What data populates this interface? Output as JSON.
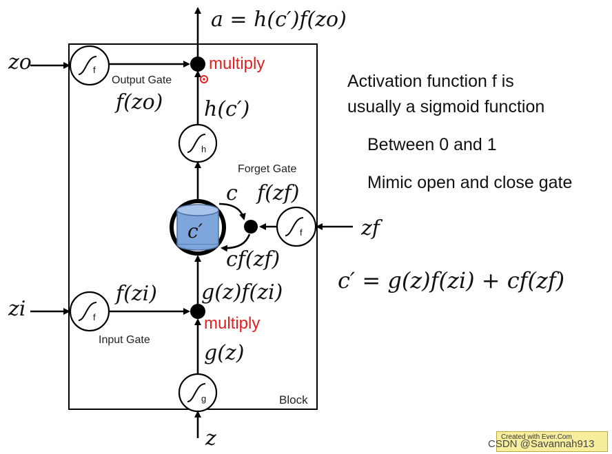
{
  "diagram": {
    "block_label": "Block",
    "output_formula": "a = h(c′)f(zo)",
    "multiply_top": "multiply",
    "multiply_bottom": "multiply",
    "output_gate_label": "Output Gate",
    "input_gate_label": "Input Gate",
    "forget_gate_label": "Forget Gate",
    "f_zo": "f(zo)",
    "h_c": "h(c′)",
    "c_var": "c",
    "f_zf": "f(zf)",
    "cf_zf": "cf(zf)",
    "c_prime": "c′",
    "f_zi": "f(zi)",
    "gz_fzi": "g(z)f(zi)",
    "g_z": "g(z)",
    "z_input": "z",
    "zo_input": "zo",
    "zi_input": "zi",
    "zf_input": "zf",
    "sigmoid_f_top": "f",
    "sigmoid_h": "h",
    "sigmoid_f_input": "f",
    "sigmoid_f_forget": "f",
    "sigmoid_g": "g"
  },
  "notes": {
    "line1": "Activation function f is",
    "line2": "usually a sigmoid function",
    "line3": "Between 0 and 1",
    "line4": "Mimic open and close gate",
    "equation": "c′ = g(z)f(zi) + cf(zf)"
  },
  "watermark": {
    "text": "Created with Ever.Com",
    "credit": "CSDN @Savannah913"
  },
  "colors": {
    "memory_fill": "#7ea6dc",
    "multiply_text": "#e02020"
  }
}
